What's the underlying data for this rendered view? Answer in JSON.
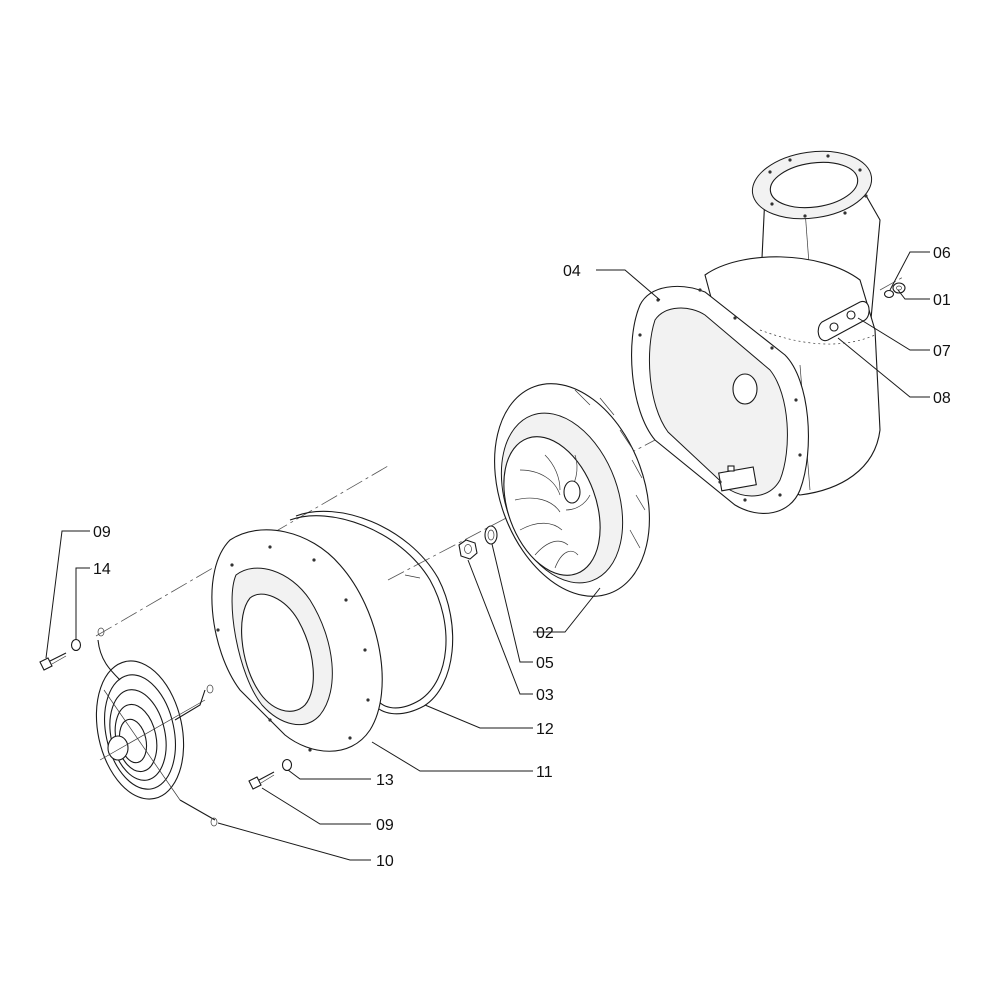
{
  "callouts": {
    "c04": "04",
    "c06": "06",
    "c01": "01",
    "c07": "07",
    "c08": "08",
    "c02": "02",
    "c05": "05",
    "c03": "03",
    "c12": "12",
    "c11": "11",
    "c13": "13",
    "c09_top": "09",
    "c14": "14",
    "c09_bottom": "09",
    "c10": "10"
  }
}
